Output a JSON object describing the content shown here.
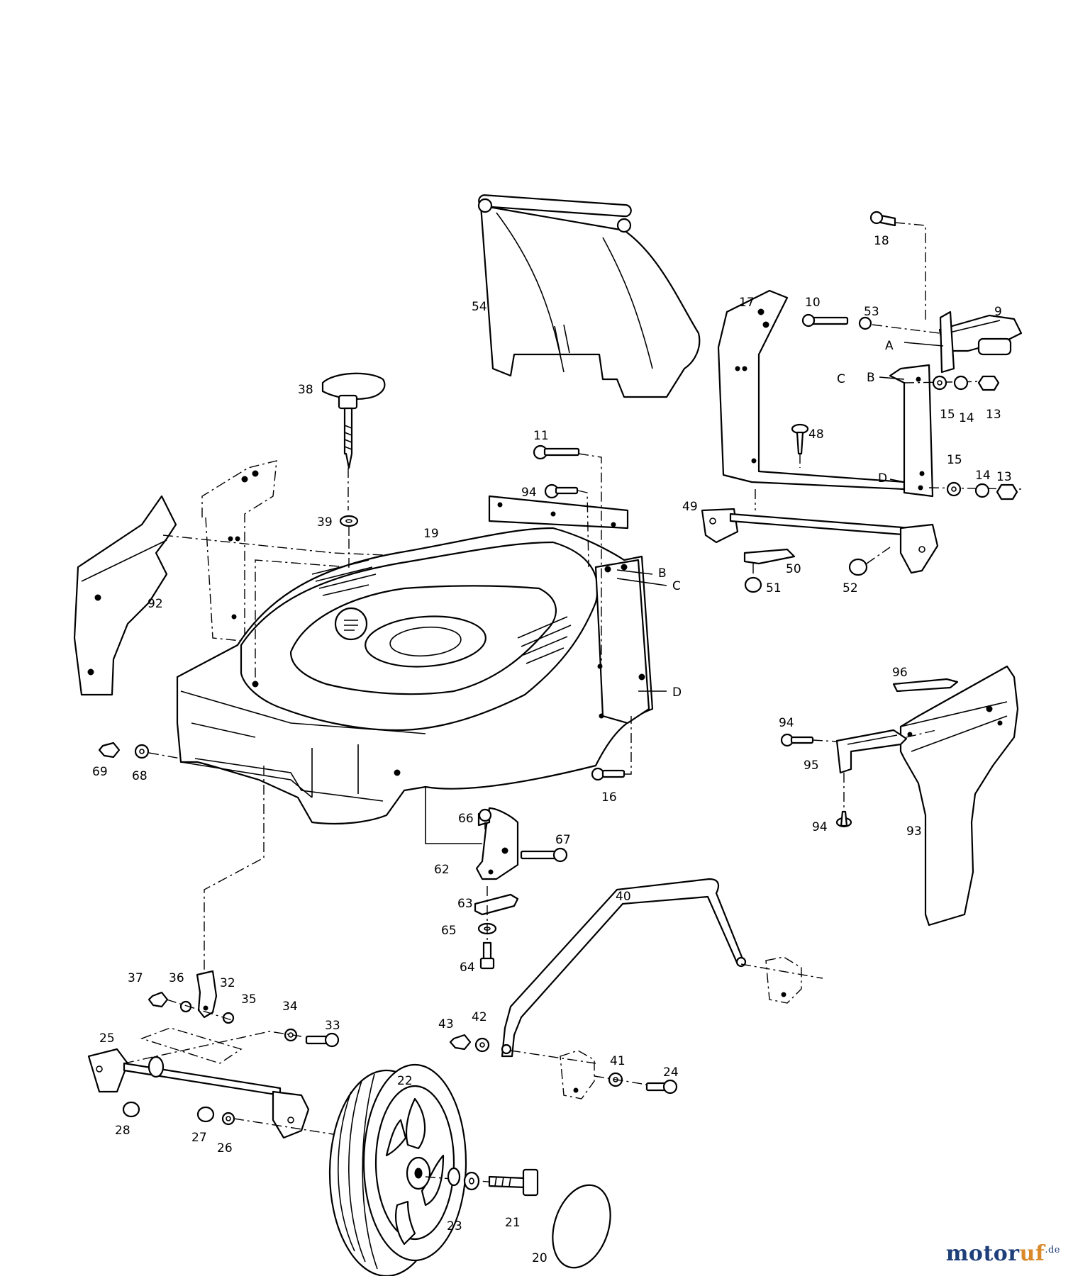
{
  "diagram": {
    "labels": {
      "l9": "9",
      "l10": "10",
      "l11": "11",
      "l13a": "13",
      "l13b": "13",
      "l14a": "14",
      "l14b": "14",
      "l15a": "15",
      "l15b": "15",
      "l16": "16",
      "l17": "17",
      "l18": "18",
      "l19": "19",
      "l20": "20",
      "l21": "21",
      "l22": "22",
      "l23": "23",
      "l24": "24",
      "l25": "25",
      "l26": "26",
      "l27": "27",
      "l28": "28",
      "l32": "32",
      "l33": "33",
      "l34": "34",
      "l35": "35",
      "l36": "36",
      "l37": "37",
      "l38": "38",
      "l39": "39",
      "l40": "40",
      "l41": "41",
      "l42": "42",
      "l43": "43",
      "l48": "48",
      "l49": "49",
      "l50": "50",
      "l51": "51",
      "l52": "52",
      "l53": "53",
      "l54": "54",
      "l62": "62",
      "l63": "63",
      "l64": "64",
      "l65": "65",
      "l66": "66",
      "l67": "67",
      "l68": "68",
      "l69": "69",
      "l92": "92",
      "l93": "93",
      "l94a": "94",
      "l94b": "94",
      "l94c": "94",
      "l95": "95",
      "l96": "96"
    },
    "connectors": {
      "a_right": "A",
      "b_right": "B",
      "c_right": "C",
      "b_body": "B",
      "c_body": "C",
      "d_body": "D",
      "d_right": "D"
    }
  },
  "watermark": {
    "part1": "motor",
    "part2": "uf",
    "part3": ".de"
  }
}
